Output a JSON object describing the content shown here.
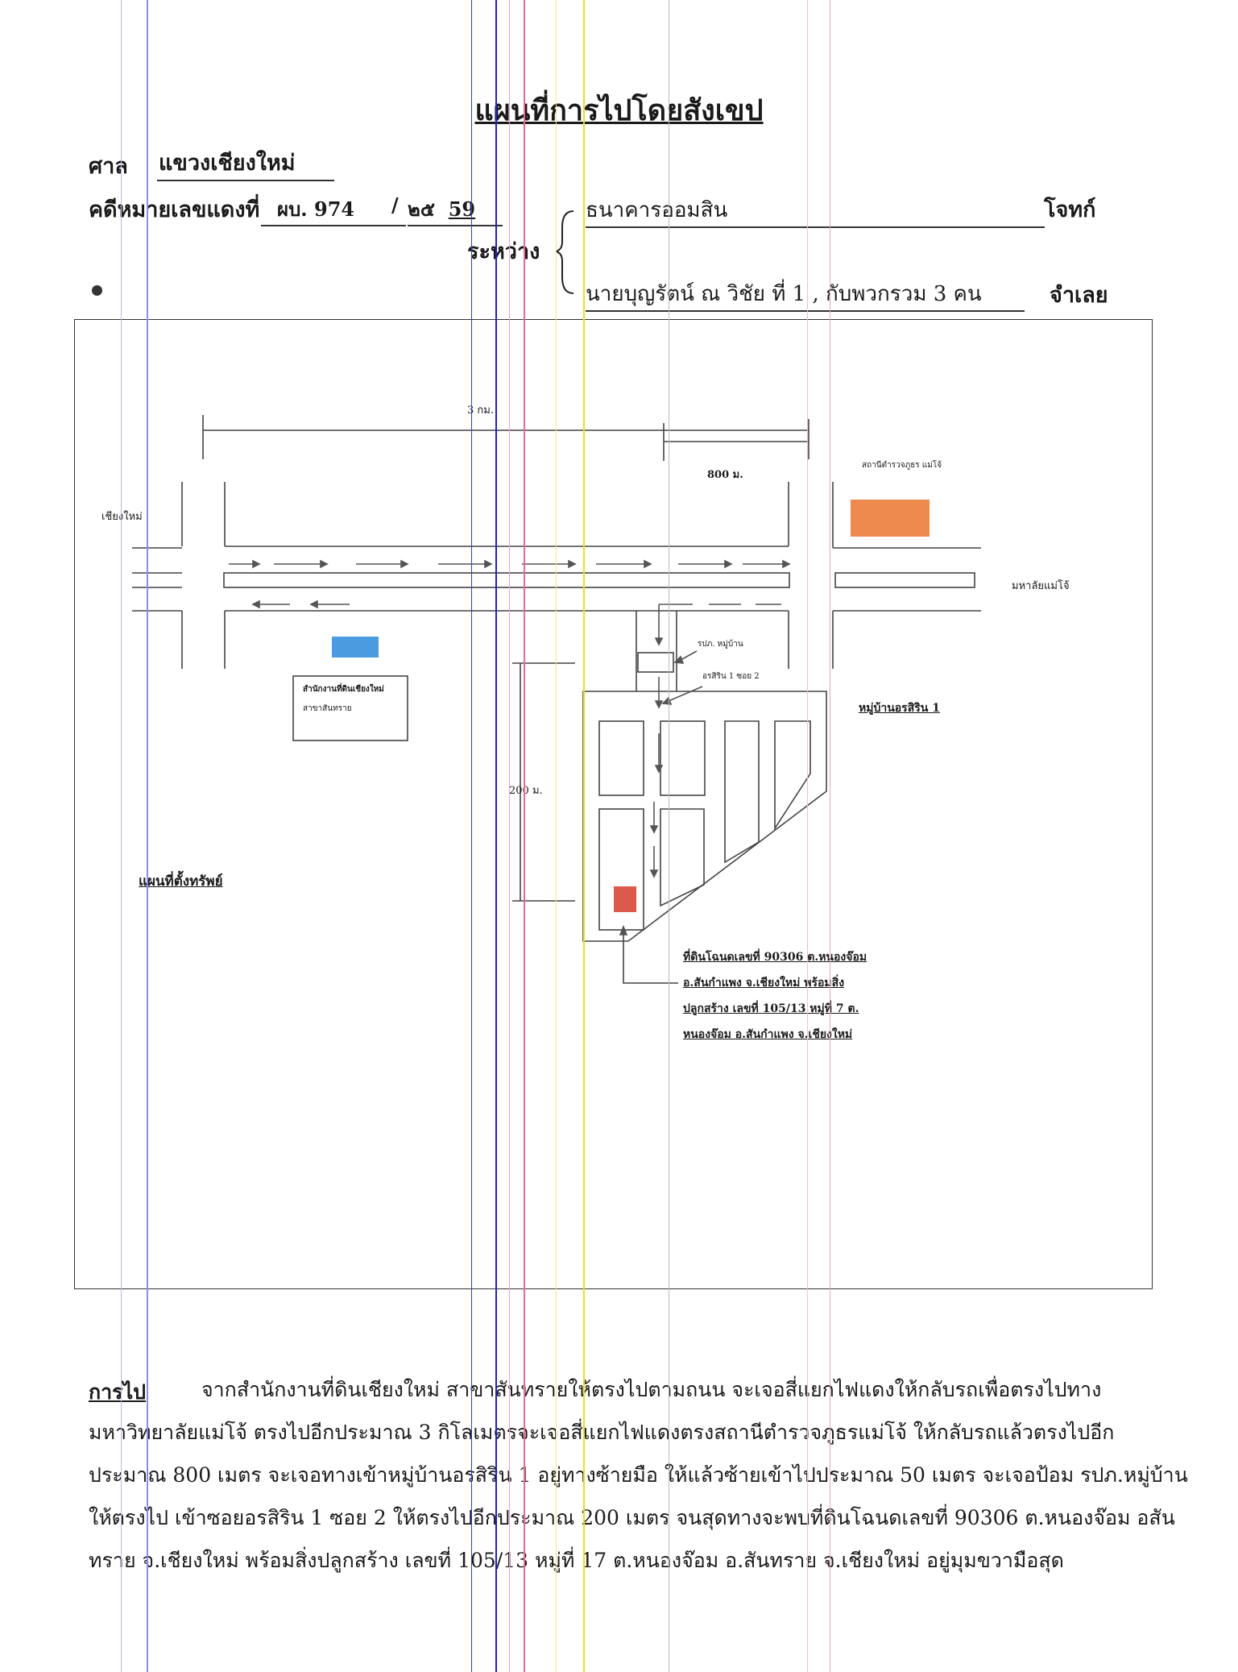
{
  "title": "แผนที่การไปโดยสังเขป",
  "court": {
    "label": "ศาล",
    "value": "แขวงเชียงใหม่"
  },
  "case": {
    "label": "คดีหมายเลขแดงที่",
    "code": "ผบ. 974",
    "slash": "/",
    "year_prefix": "๒๕",
    "year": "59"
  },
  "parties": {
    "between_label": "ระหว่าง",
    "plaintiff": "ธนาคารออมสิน",
    "plaintiff_role": "โจทก์",
    "defendant": "นายบุญรัตน์ ณ วิชัย  ที่ 1 , กับพวกรวม 3 คน",
    "defendant_role": "จำเลย"
  },
  "map": {
    "distance_top": "3 กม.",
    "distance_800": "800 ม.",
    "distance_200": "200 ม.",
    "label_chiangmai": "เชียงใหม่",
    "label_maejo": "มหาลัยแม่โจ้",
    "label_police": "สถานีตำรวจภูธร แม่โจ้",
    "label_guard": "รปภ. หมู่บ้าน",
    "label_soi": "อรสิริน 1 ซอย 2",
    "village": "หมู่บ้านอรสิริน 1",
    "land_office_line1": "สำนักงานที่ดินเชียงใหม่",
    "land_office_line2": "สาขาสันทราย",
    "property_map_label": "แผนที่ตั้งทรัพย์",
    "property_note": [
      "ที่ดินโฉนดเลขที่ 90306 ต.หนองจ๊อม",
      "อ.สันกำแพง จ.เชียงใหม่ พร้อมสิ่ง",
      "ปลูกสร้าง เลขที่ 105/13 หมู่ที่ 7  ต.",
      "หนองจ๊อม อ.สันกำแพง จ.เชียงใหม่"
    ],
    "colors": {
      "police": "#ef8a4f",
      "land_office": "#4a9be0",
      "property": "#dc5a4c"
    }
  },
  "directions": {
    "label": "การไป",
    "lines": [
      "จากสำนักงานที่ดินเชียงใหม่ สาขาสันทรายให้ตรงไปตามถนน จะเจอสี่แยกไฟแดงให้กลับรถเพื่อตรงไปทาง",
      "มหาวิทยาลัยแม่โจ้  ตรงไปอีกประมาณ 3 กิโลเมตรจะเจอสี่แยกไฟแดงตรงสถานีตำรวจภูธรแม่โจ้ ให้กลับรถแล้วตรงไปอีก",
      "ประมาณ 800 เมตร จะเจอทางเข้าหมู่บ้านอรสิริน 1 อยู่ทางซ้ายมือ ให้แล้วซ้ายเข้าไปประมาณ 50 เมตร จะเจอป้อม รปภ.หมู่บ้าน",
      "ให้ตรงไป เข้าซอยอรสิริน 1 ซอย 2 ให้ตรงไปอีกประมาณ 200 เมตร จนสุดทางจะพบที่ดินโฉนดเลขที่ 90306 ต.หนองจ๊อม อสัน",
      "ทราย  จ.เชียงใหม่  พร้อมสิ่งปลูกสร้าง เลขที่ 105/13 หมู่ที่ 17 ต.หนองจ๊อม อ.สันทราย จ.เชียงใหม่ อยู่มุมขวามือสุด"
    ]
  }
}
